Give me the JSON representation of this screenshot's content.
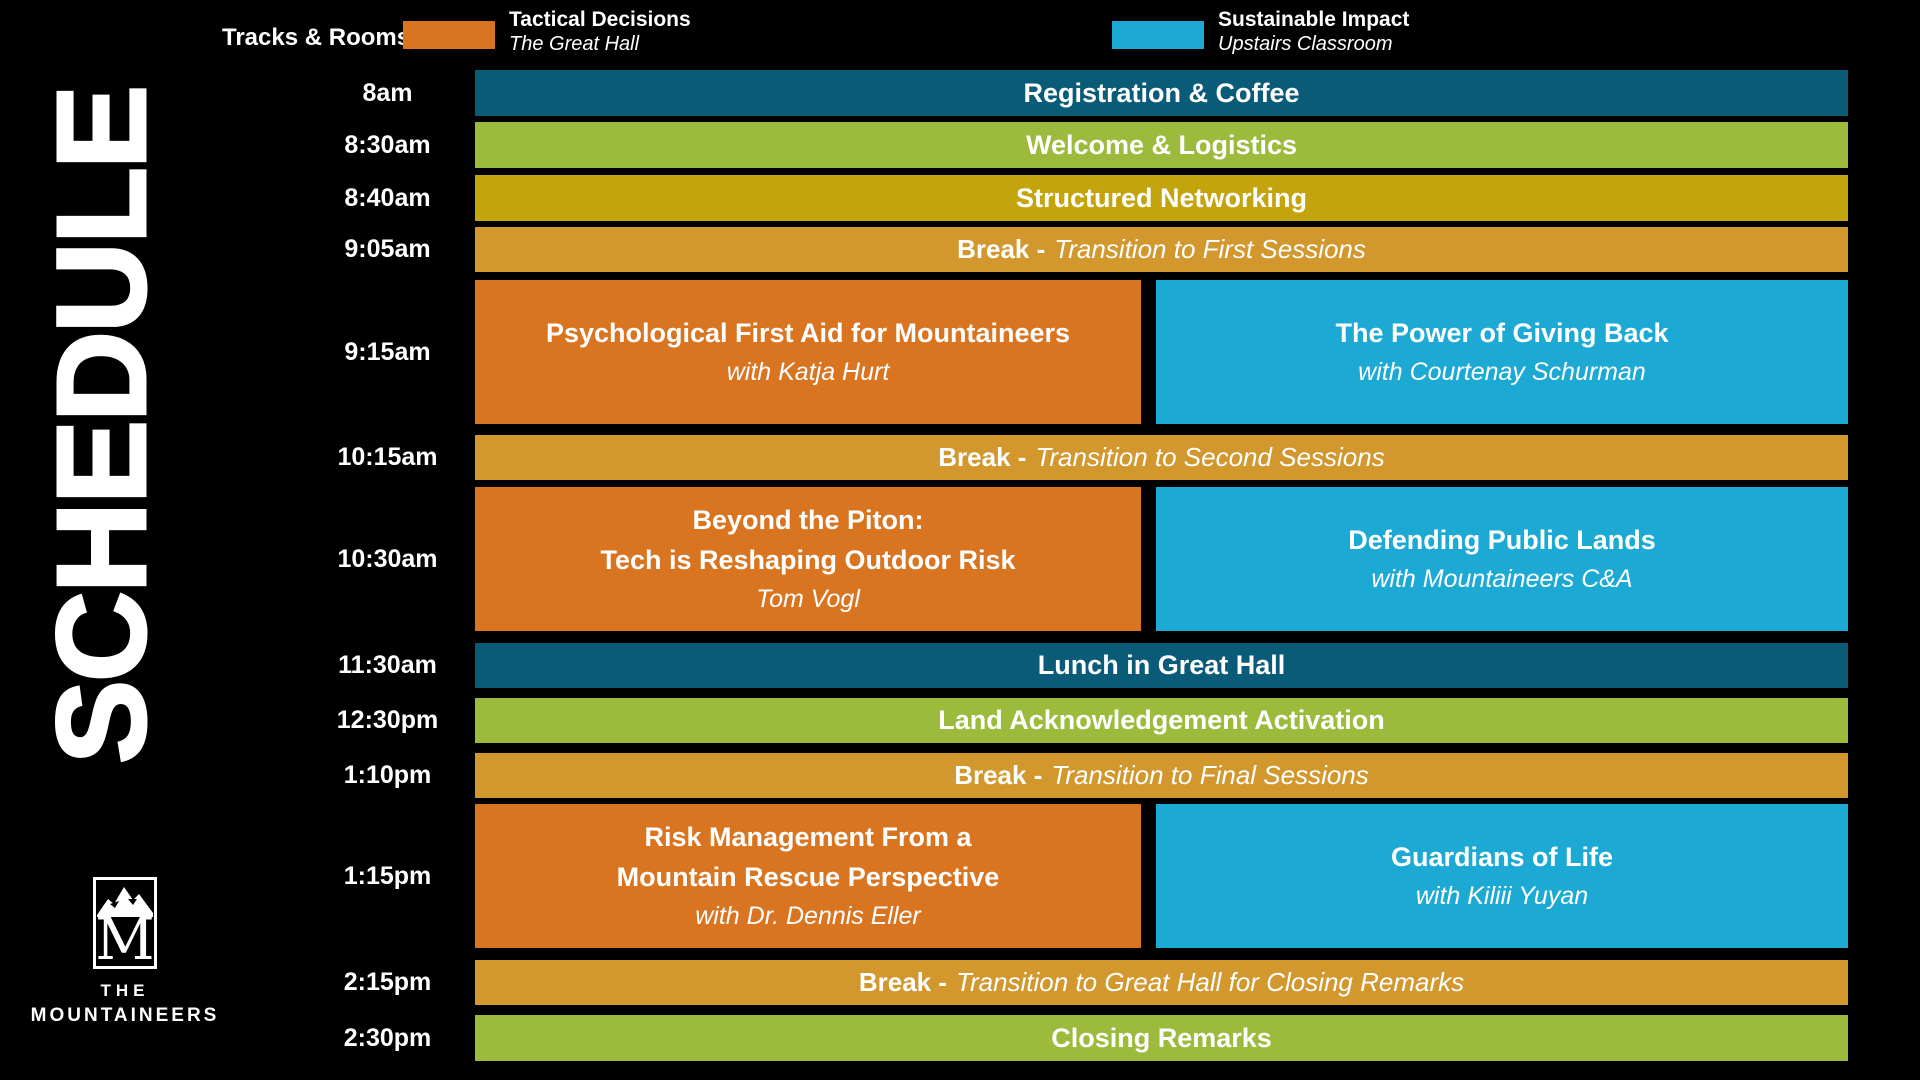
{
  "page": {
    "vertical_title": "SCHEDULE"
  },
  "colors": {
    "background": "#000000",
    "text": "#FFFFFF",
    "teal": "#0A5B78",
    "green": "#9CBA3B",
    "gold": "#C4A40D",
    "amber": "#D2982E",
    "orange": "#D97420",
    "blue": "#1CAAD5"
  },
  "legend": {
    "label": "Tracks & Rooms:",
    "tracks": [
      {
        "name": "Tactical Decisions",
        "room": "The Great Hall",
        "color": "#D97420"
      },
      {
        "name": "Sustainable Impact",
        "room": "Upstairs Classroom",
        "color": "#1CAAD5"
      }
    ]
  },
  "schedule": {
    "rows": [
      {
        "time": "8am",
        "type": "full",
        "color": "teal",
        "title": "Registration & Coffee"
      },
      {
        "time": "8:30am",
        "type": "full",
        "color": "green",
        "title": "Welcome & Logistics"
      },
      {
        "time": "8:40am",
        "type": "full",
        "color": "gold",
        "title": "Structured Networking"
      },
      {
        "time": "9:05am",
        "type": "break",
        "color": "amber",
        "prefix": "Break -",
        "text": "Transition to First Sessions"
      },
      {
        "time": "9:15am",
        "type": "split",
        "left": {
          "lines": [
            "Psychological First Aid for Mountaineers"
          ],
          "subtitle": "with Katja Hurt"
        },
        "right": {
          "lines": [
            "The Power of Giving Back"
          ],
          "subtitle": "with Courtenay Schurman"
        }
      },
      {
        "time": "10:15am",
        "type": "break",
        "color": "amber",
        "prefix": "Break -",
        "text": "Transition to Second Sessions"
      },
      {
        "time": "10:30am",
        "type": "split",
        "left": {
          "lines": [
            "Beyond the Piton:",
            "Tech is Reshaping Outdoor Risk"
          ],
          "subtitle": "Tom Vogl"
        },
        "right": {
          "lines": [
            "Defending Public Lands"
          ],
          "subtitle": "with Mountaineers C&A"
        }
      },
      {
        "time": "11:30am",
        "type": "full",
        "color": "teal",
        "title": "Lunch in Great Hall"
      },
      {
        "time": "12:30pm",
        "type": "full",
        "color": "green",
        "title": "Land Acknowledgement Activation"
      },
      {
        "time": "1:10pm",
        "type": "break",
        "color": "amber",
        "prefix": "Break -",
        "text": "Transition to Final Sessions"
      },
      {
        "time": "1:15pm",
        "type": "split",
        "left": {
          "lines": [
            "Risk Management From a",
            "Mountain Rescue Perspective"
          ],
          "subtitle": "with Dr. Dennis Eller"
        },
        "right": {
          "lines": [
            "Guardians of Life"
          ],
          "subtitle": "with Kiliii Yuyan"
        }
      },
      {
        "time": "2:15pm",
        "type": "break",
        "color": "amber",
        "prefix": "Break -",
        "text": "Transition to Great Hall for Closing Remarks"
      },
      {
        "time": "2:30pm",
        "type": "full",
        "color": "green",
        "title": "Closing Remarks"
      }
    ]
  },
  "logo": {
    "monogram": "M",
    "line1": "THE",
    "line2": "MOUNTAINEERS"
  }
}
